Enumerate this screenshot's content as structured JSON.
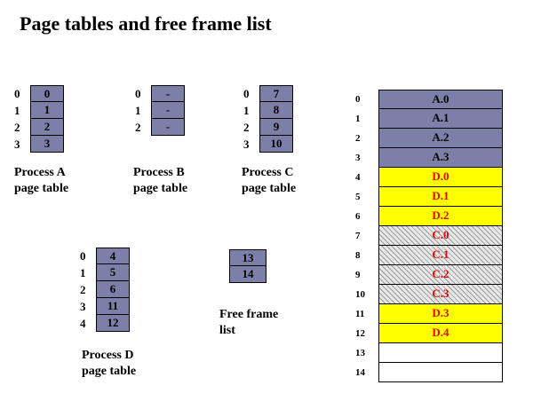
{
  "title": "Page tables and free frame list",
  "page_tables": {
    "a": {
      "label_1": "Process A",
      "label_2": "page table",
      "indices": [
        "0",
        "1",
        "2",
        "3"
      ],
      "frames": [
        "0",
        "1",
        "2",
        "3"
      ]
    },
    "b": {
      "label_1": "Process B",
      "label_2": "page table",
      "indices": [
        "0",
        "1",
        "2"
      ],
      "frames": [
        "-",
        "-",
        "-"
      ]
    },
    "c": {
      "label_1": "Process C",
      "label_2": "page table",
      "indices": [
        "0",
        "1",
        "2",
        "3"
      ],
      "frames": [
        "7",
        "8",
        "9",
        "10"
      ]
    },
    "d": {
      "label_1": "Process D",
      "label_2": "page table",
      "indices": [
        "0",
        "1",
        "2",
        "3",
        "4"
      ],
      "frames": [
        "4",
        "5",
        "6",
        "11",
        "12"
      ]
    }
  },
  "free_frame_list": {
    "label_1": "Free frame",
    "label_2": "list",
    "frames": [
      "13",
      "14"
    ]
  },
  "memory": {
    "indices": [
      "0",
      "1",
      "2",
      "3",
      "4",
      "5",
      "6",
      "7",
      "8",
      "9",
      "10",
      "11",
      "12",
      "13",
      "14"
    ],
    "contents": [
      "A.0",
      "A.1",
      "A.2",
      "A.3",
      "D.0",
      "D.1",
      "D.2",
      "C.0",
      "C.1",
      "C.2",
      "C.3",
      "D.3",
      "D.4",
      "",
      ""
    ],
    "kinds": [
      "A",
      "A",
      "A",
      "A",
      "D",
      "D",
      "D",
      "C",
      "C",
      "C",
      "C",
      "D",
      "D",
      "free",
      "free"
    ]
  },
  "colors": {
    "process_a_fill": "#7c7fa8",
    "process_d_fill": "#ffff00",
    "red_text": "#e60000"
  }
}
